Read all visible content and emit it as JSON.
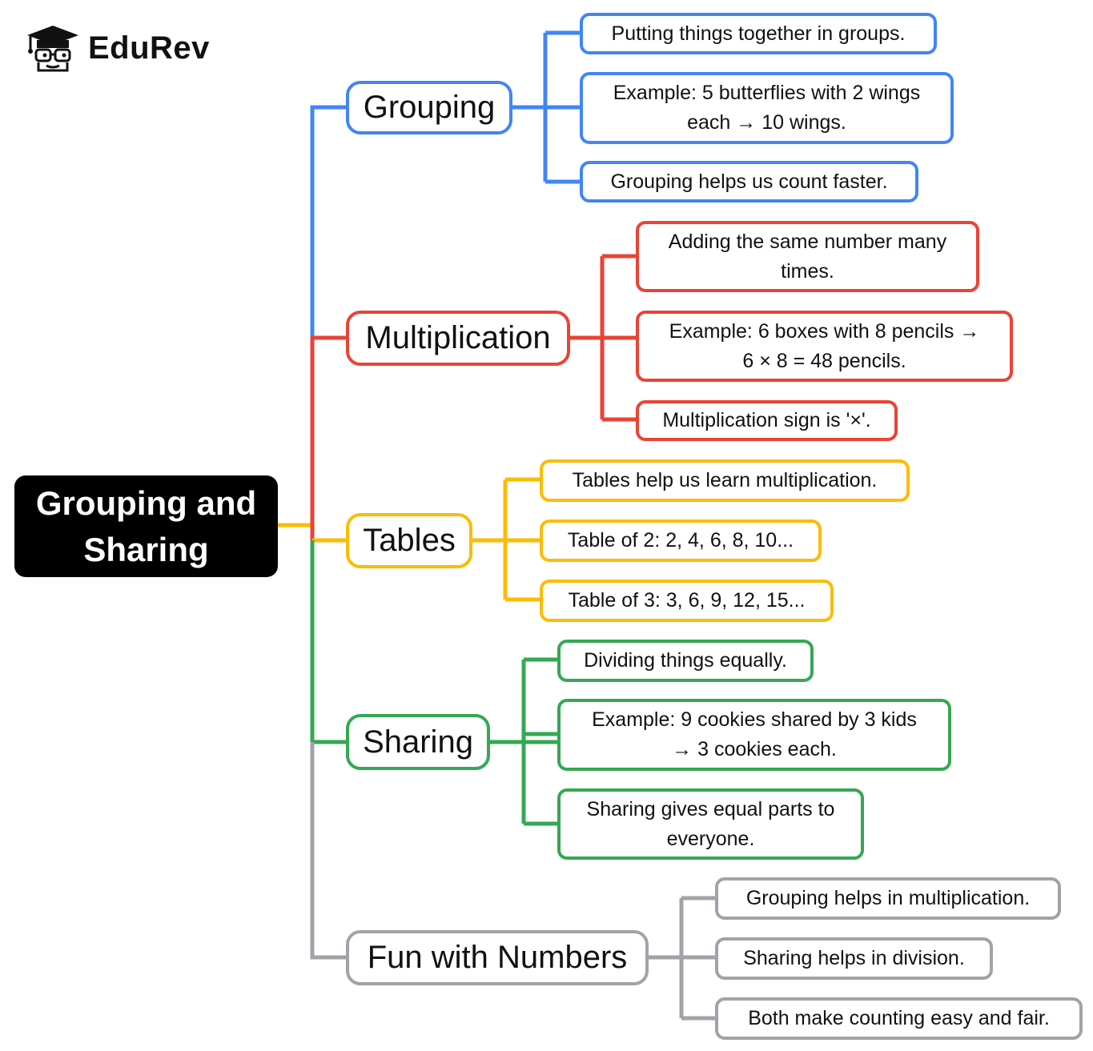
{
  "brand": {
    "name": "EduRev",
    "icon": "graduation-cap-icon"
  },
  "root": {
    "label_line1": "Grouping and",
    "label_line2": "Sharing"
  },
  "colors": {
    "grouping": "#4285f4",
    "multiplication": "#ea4335",
    "tables": "#fbbc04",
    "sharing": "#34a853",
    "fun": "#a0a3a8"
  },
  "branches": {
    "grouping": {
      "label": "Grouping",
      "leaves": [
        "Putting things together in groups.",
        [
          "Example: 5 butterflies with 2 wings",
          "each → 10 wings."
        ],
        "Grouping helps us count faster."
      ]
    },
    "multiplication": {
      "label": "Multiplication",
      "leaves": [
        [
          "Adding the same number many",
          "times."
        ],
        [
          "Example: 6 boxes with 8 pencils →",
          "6 × 8 = 48 pencils."
        ],
        "Multiplication sign is '×'."
      ]
    },
    "tables": {
      "label": "Tables",
      "leaves": [
        "Tables help us learn multiplication.",
        "Table of 2: 2, 4, 6, 8, 10...",
        "Table of 3: 3, 6, 9, 12, 15..."
      ]
    },
    "sharing": {
      "label": "Sharing",
      "leaves": [
        "Dividing things equally.",
        [
          "Example: 9 cookies shared by 3 kids",
          "→ 3 cookies each."
        ],
        [
          "Sharing gives equal parts to",
          "everyone."
        ]
      ]
    },
    "fun": {
      "label": "Fun with Numbers",
      "leaves": [
        "Grouping helps in multiplication.",
        "Sharing helps in division.",
        "Both make counting easy and fair."
      ]
    }
  }
}
